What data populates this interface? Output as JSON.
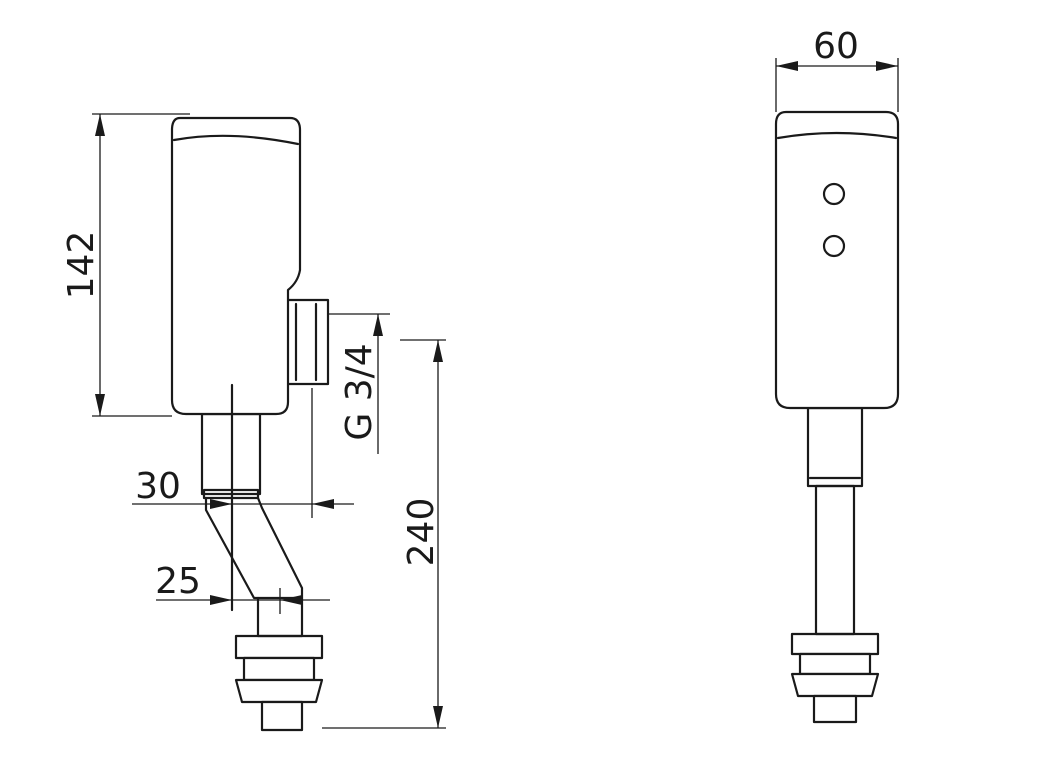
{
  "drawing": {
    "side_view": {
      "height_label": "142",
      "thread_label": "G 3/4",
      "total_length_label": "240",
      "inlet_offset_label": "30",
      "outlet_offset_label": "25"
    },
    "front_view": {
      "width_label": "60"
    },
    "colors": {
      "line": "#1a1a1a",
      "background": "#ffffff"
    }
  }
}
